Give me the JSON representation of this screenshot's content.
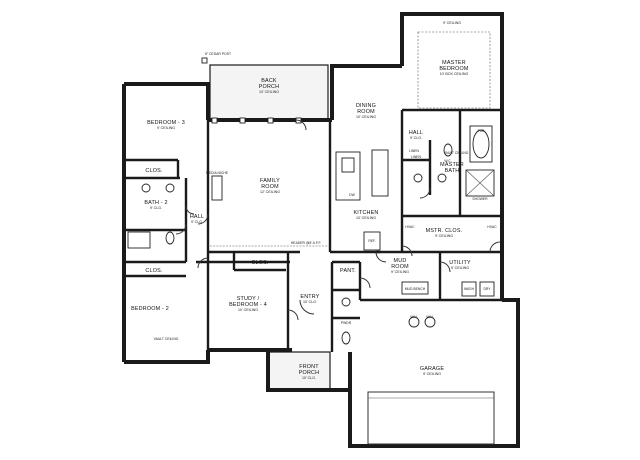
{
  "plan": {
    "rooms": [
      {
        "id": "master-bedroom",
        "name": [
          "MASTER",
          "BEDROOM"
        ],
        "sub": "10' BOX CEILING"
      },
      {
        "id": "master-ceiling",
        "name": [],
        "sub": "9' CEILING"
      },
      {
        "id": "back-porch",
        "name": [
          "BACK",
          "PORCH"
        ],
        "sub": "10' CEILING"
      },
      {
        "id": "dining-room",
        "name": [
          "DINING",
          "ROOM"
        ],
        "sub": "10' CEILING"
      },
      {
        "id": "bedroom-3",
        "name": [
          "BEDROOM - 3"
        ],
        "sub": "9' CEILING"
      },
      {
        "id": "family-room",
        "name": [
          "FAMILY",
          "ROOM"
        ],
        "sub": "12' CEILING"
      },
      {
        "id": "kitchen",
        "name": [
          "KITCHEN"
        ],
        "sub": "10' CEILING"
      },
      {
        "id": "hall-upper",
        "name": [
          "HALL"
        ],
        "sub": "9' CLG."
      },
      {
        "id": "master-bath",
        "name": [
          "MASTER",
          "BATH"
        ],
        "sub": ""
      },
      {
        "id": "bath-2",
        "name": [
          "BATH - 2"
        ],
        "sub": "9' CLG."
      },
      {
        "id": "hall-left",
        "name": [
          "HALL"
        ],
        "sub": "9' CLG."
      },
      {
        "id": "mstr-clos",
        "name": [
          "MSTR. CLOS."
        ],
        "sub": "9' CEILING"
      },
      {
        "id": "bedroom-2",
        "name": [
          "BEDROOM - 2"
        ],
        "sub": ""
      },
      {
        "id": "study",
        "name": [
          "STUDY /",
          "BEDROOM - 4"
        ],
        "sub": "10' CEILING"
      },
      {
        "id": "entry",
        "name": [
          "ENTRY"
        ],
        "sub": "10' CLG."
      },
      {
        "id": "mud-room",
        "name": [
          "MUD",
          "ROOM"
        ],
        "sub": "9' CEILING"
      },
      {
        "id": "utility",
        "name": [
          "UTILITY"
        ],
        "sub": "9' CEILING"
      },
      {
        "id": "garage",
        "name": [
          "GARAGE"
        ],
        "sub": "9' CEILING"
      },
      {
        "id": "front-porch",
        "name": [
          "FRONT",
          "PORCH"
        ],
        "sub": "10' CLG."
      }
    ],
    "small_labels": [
      {
        "id": "clos-bed3",
        "text": "CLOS."
      },
      {
        "id": "clos-bed2",
        "text": "CLOS."
      },
      {
        "id": "clos-study",
        "text": "CLOS."
      },
      {
        "id": "linen-hall",
        "text": "LINEN"
      },
      {
        "id": "linen-bath",
        "text": "LINEN"
      },
      {
        "id": "pant",
        "text": "PANT."
      },
      {
        "id": "pwdr",
        "text": "PWDR"
      },
      {
        "id": "wh",
        "text": "W.H."
      },
      {
        "id": "wh2",
        "text": "W.H."
      },
      {
        "id": "media-niche",
        "text": "MEDIA NICHE"
      },
      {
        "id": "shower",
        "text": "SHOWER"
      },
      {
        "id": "header",
        "text": "HEADER @8' A.F.F."
      },
      {
        "id": "bench",
        "text": "MUD BENCH"
      },
      {
        "id": "cedar",
        "text": "8\" CEDAR POST"
      },
      {
        "id": "vault-bed2",
        "text": "VAULT CEILING"
      },
      {
        "id": "vault-bath",
        "text": "VAULT CEILING"
      },
      {
        "id": "dw",
        "text": "DW"
      },
      {
        "id": "ref",
        "text": "REF."
      },
      {
        "id": "wash",
        "text": "WASH"
      },
      {
        "id": "dry",
        "text": "DRY"
      },
      {
        "id": "hvac-l",
        "text": "HVAC"
      },
      {
        "id": "hvac-r",
        "text": "HVAC"
      },
      {
        "id": "tub",
        "text": "TUB"
      },
      {
        "id": "wc",
        "text": "W.C."
      }
    ]
  }
}
